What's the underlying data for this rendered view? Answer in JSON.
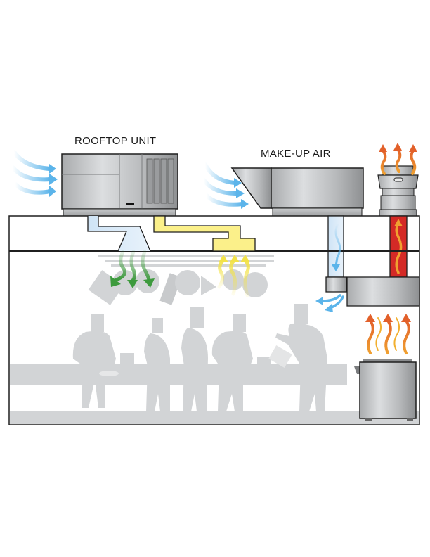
{
  "diagram": {
    "title": "Commercial kitchen ventilation airflow",
    "labels": {
      "rooftop_unit": "ROOFTOP UNIT",
      "make_up_air": "MAKE-UP AIR"
    },
    "components": [
      {
        "id": "rooftop-unit",
        "name": "Rooftop unit"
      },
      {
        "id": "make-up-air-unit",
        "name": "Make-up air unit"
      },
      {
        "id": "exhaust-fan",
        "name": "Exhaust fan"
      },
      {
        "id": "supply-duct",
        "name": "Supply duct"
      },
      {
        "id": "return-duct",
        "name": "Return duct"
      },
      {
        "id": "make-up-air-duct",
        "name": "Make-up air duct"
      },
      {
        "id": "exhaust-duct",
        "name": "Exhaust duct"
      },
      {
        "id": "exhaust-hood",
        "name": "Exhaust hood"
      },
      {
        "id": "cooking-appliance",
        "name": "Cooking appliance"
      }
    ],
    "flows": [
      {
        "id": "outdoor-air-rtu",
        "color": "#5bb4ea",
        "meaning": "outdoor air into rooftop unit"
      },
      {
        "id": "outdoor-air-mua",
        "color": "#5bb4ea",
        "meaning": "outdoor air into make-up air unit"
      },
      {
        "id": "conditioned-supply",
        "color": "#3d9a3d",
        "meaning": "conditioned supply air into kitchen"
      },
      {
        "id": "return-air",
        "color": "#f2e24a",
        "meaning": "return air to rooftop unit"
      },
      {
        "id": "make-up-air",
        "color": "#5bb4ea",
        "meaning": "make-up air delivered at hood"
      },
      {
        "id": "heat-rising",
        "color": "#e8742a",
        "meaning": "heat and fumes rising from appliance"
      },
      {
        "id": "exhaust",
        "color": "#e8742a",
        "meaning": "exhaust discharged through roof fan"
      }
    ],
    "colors": {
      "duct_supply": "#dcebf8",
      "duct_return": "#fbf08a",
      "duct_exhaust": "#d42a26",
      "silhouette": "#d2d4d6",
      "outline": "#1f1f1f",
      "metal_light": "#d6d8da",
      "metal_dark": "#9a9c9e"
    }
  }
}
